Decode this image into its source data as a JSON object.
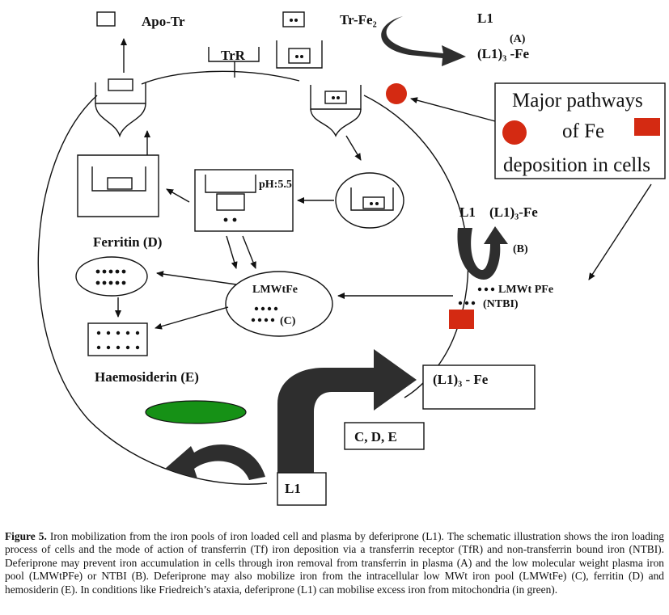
{
  "labels": {
    "apo_tr": "Apo-Tr",
    "tr_fe2": "Tr-Fe₂",
    "tfr": "TrR",
    "l1_top": "L1",
    "a_mark": "(A)",
    "l1_3_fe_top": "(L1)₃ -Fe",
    "ph": "pH:5.5",
    "ferritin": "Ferritin (D)",
    "lmwtfe": "LMWtFe",
    "c_mark": "(C)",
    "haemosiderin": "Haemosiderin (E)",
    "l1_right": "L1",
    "l1_3_fe_right": "(L1)₃-Fe",
    "b_mark": "(B)",
    "lmwt_pfe": "LMWt PFe",
    "ntbi": "(NTBI)",
    "l1_3_fe_bottom": "(L1)₃ - Fe",
    "cde": "C, D, E",
    "l1_bottom": "L1"
  },
  "legend": {
    "line1": "Major pathways",
    "line2": "of Fe",
    "line3": "deposition in cells",
    "circle_color": "#d42a12",
    "square_color": "#d42a12"
  },
  "colors": {
    "mitochondrion": "#169116",
    "arrow_fill": "#2e2e2e"
  },
  "caption": {
    "figure_label": "Figure 5.",
    "text": "Iron mobilization from the iron pools of iron loaded cell and plasma by deferiprone (L1). The schematic illustration shows the iron loading process of cells and the mode of action of transferrin (Tf) iron deposition via a transferrin receptor (TfR) and non-transferrin bound iron (NTBI). Deferiprone may prevent iron accumulation in cells through iron removal from transferrin in plasma (A) and the low molecular weight plasma iron pool (LMWtPFe) or NTBI (B). Deferiprone may also mobilize iron from the intracellular low MWt iron pool (LMWtFe) (C), ferritin (D) and hemosiderin (E). In conditions like Friedreich’s ataxia, deferiprone (L1) can mobilise excess iron from mitochondria (in green)."
  }
}
